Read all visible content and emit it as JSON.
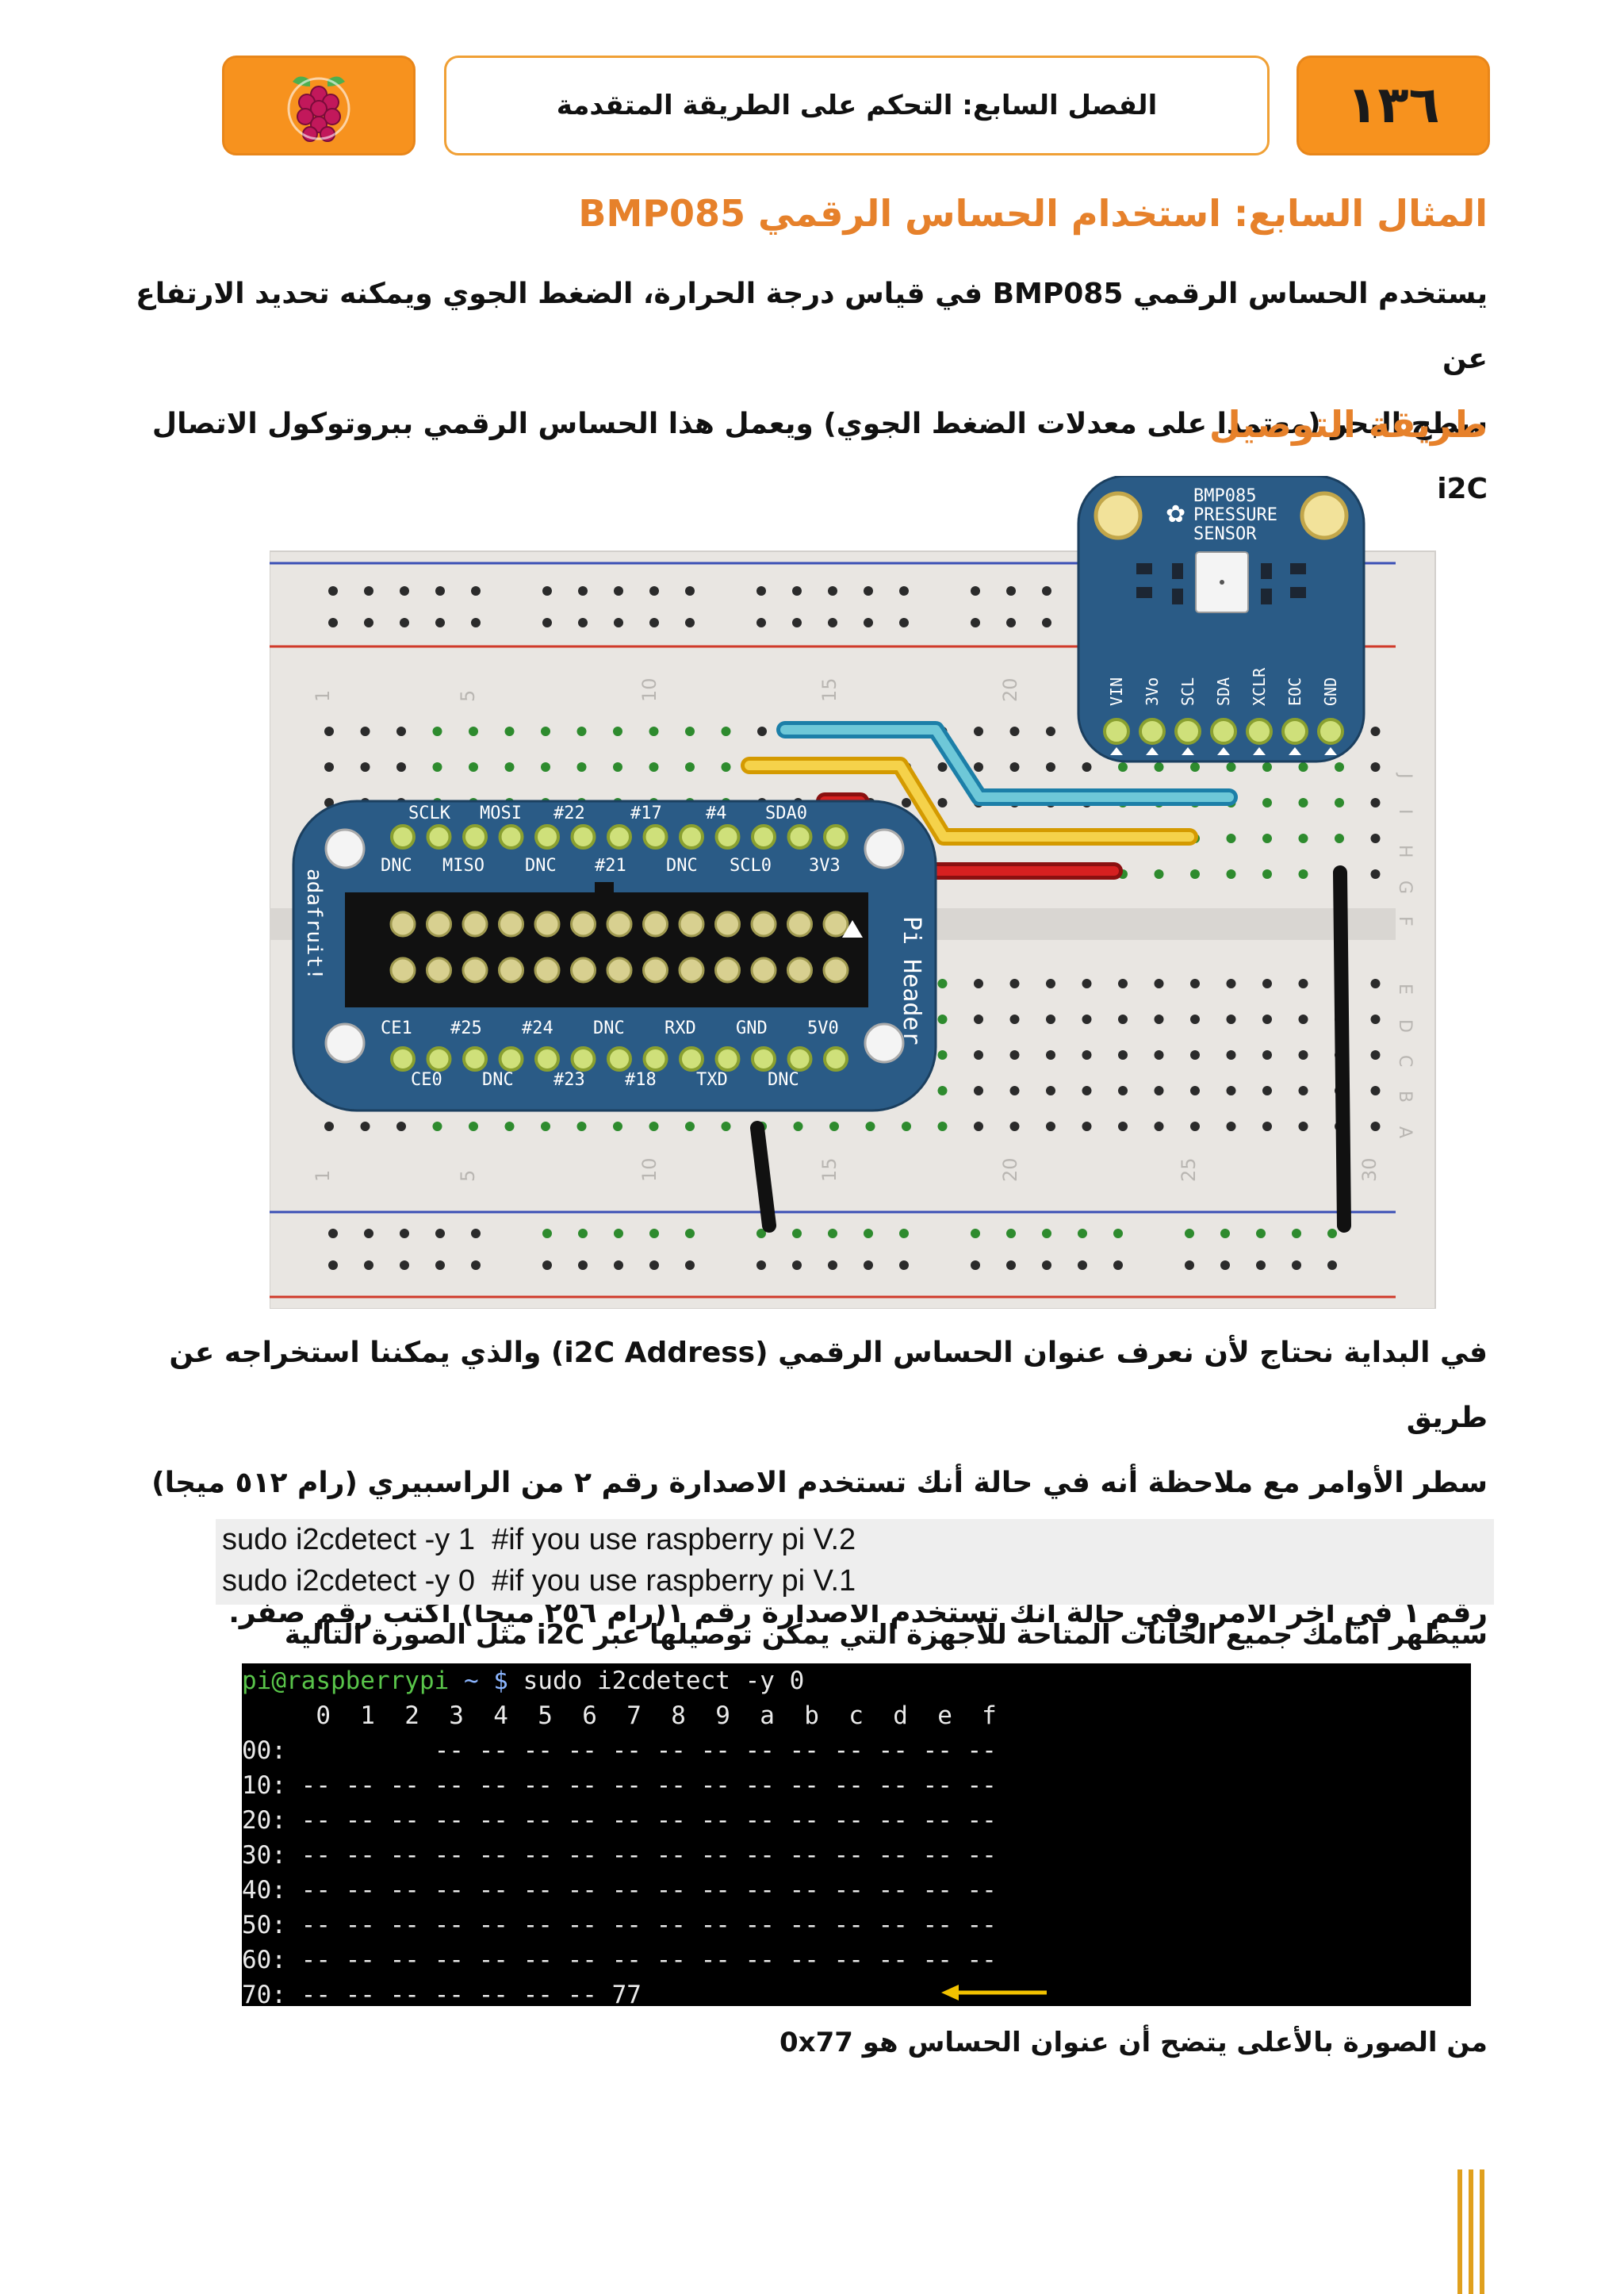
{
  "header": {
    "chapter_title": "الفصل السابع: التحكم على الطريقة المتقدمة",
    "page_number": "١٣٦",
    "logo_icon": "raspberry-pi-logo",
    "accent_color": "#f7921e"
  },
  "section": {
    "title": "المثال السابع: استخدام الحساس الرقمي BMP085",
    "intro_line1": "يستخدم الحساس الرقمي BMP085 في قياس درجة الحرارة، الضغط الجوي ويمكنه تحديد الارتفاع عن",
    "intro_line2": "سطح البحر (معتمدا على معدلات الضغط الجوي) ويعمل هذا الحساس الرقمي ببروتوكول الاتصال i2C",
    "wiring_title": "طريقة التوصيل"
  },
  "diagram": {
    "sensor_title_1": "BMP085",
    "sensor_title_2": "PRESSURE",
    "sensor_title_3": "SENSOR",
    "sensor_pins": [
      "VIN",
      "3Vo",
      "SCL",
      "SDA",
      "XCLR",
      "EOC",
      "GND"
    ],
    "header_top_labels": [
      "SCLK",
      "MOSI",
      "#22",
      "#17",
      "#4",
      "SDA0"
    ],
    "header_top_labels2": [
      "DNC",
      "MISO",
      "DNC",
      "#21",
      "DNC",
      "SCL0",
      "3V3"
    ],
    "header_bottom_labels": [
      "CE1",
      "#25",
      "#24",
      "DNC",
      "RXD",
      "GND",
      "5V0"
    ],
    "header_bottom_labels2": [
      "CE0",
      "DNC",
      "#23",
      "#18",
      "TXD",
      "DNC"
    ],
    "header_side": "Pi Header",
    "header_brand": "adafruit!",
    "col_numbers": [
      "1",
      "5",
      "10",
      "15",
      "20",
      "25",
      "30"
    ],
    "row_letters_top": [
      "J",
      "I",
      "H",
      "G",
      "F"
    ],
    "row_letters_bottom": [
      "E",
      "D",
      "C",
      "B",
      "A"
    ]
  },
  "body2": {
    "line1": "في البداية نحتاج لأن نعرف عنوان الحساس الرقمي (i2C Address) والذي يمكننا استخراجه عن طريق",
    "line2": "سطر الأوامر مع ملاحظة أنه في حالة أنك تستخدم الاصدارة رقم ٢ من الراسبيري (رام ٥١٢ ميجا) اكتب",
    "line3": "رقم ١ في أخر الأمر وفي حالة أنك تستخدم الاصدارة رقم ١(رام ٢٥٦ ميجا) اكتب رقم صفر."
  },
  "code": {
    "line1": "sudo i2cdetect -y 1  #if you use raspberry pi V.2",
    "line2": "sudo i2cdetect -y 0  #if you use raspberry pi V.1"
  },
  "terminal": {
    "caption": "سيظهر امامك جميع الخانات المتاحة للأجهزة التي يمكن توصيلها عبر i2C مثل الصورة التالية",
    "prompt_user": "pi@raspberrypi",
    "prompt_path": " ~ $ ",
    "command": "sudo i2cdetect -y 0",
    "header_row": "     0  1  2  3  4  5  6  7  8  9  a  b  c  d  e  f",
    "rows": [
      "00:          -- -- -- -- -- -- -- -- -- -- -- -- --",
      "10: -- -- -- -- -- -- -- -- -- -- -- -- -- -- -- --",
      "20: -- -- -- -- -- -- -- -- -- -- -- -- -- -- -- --",
      "30: -- -- -- -- -- -- -- -- -- -- -- -- -- -- -- --",
      "40: -- -- -- -- -- -- -- -- -- -- -- -- -- -- -- --",
      "50: -- -- -- -- -- -- -- -- -- -- -- -- -- -- -- --",
      "60: -- -- -- -- -- -- -- -- -- -- -- -- -- -- -- --",
      "70: -- -- -- -- -- -- -- 77"
    ],
    "highlight_color": "#f2c200"
  },
  "conclusion": "من الصورة بالأعلى يتضح أن عنوان الحساس هو 0x77"
}
